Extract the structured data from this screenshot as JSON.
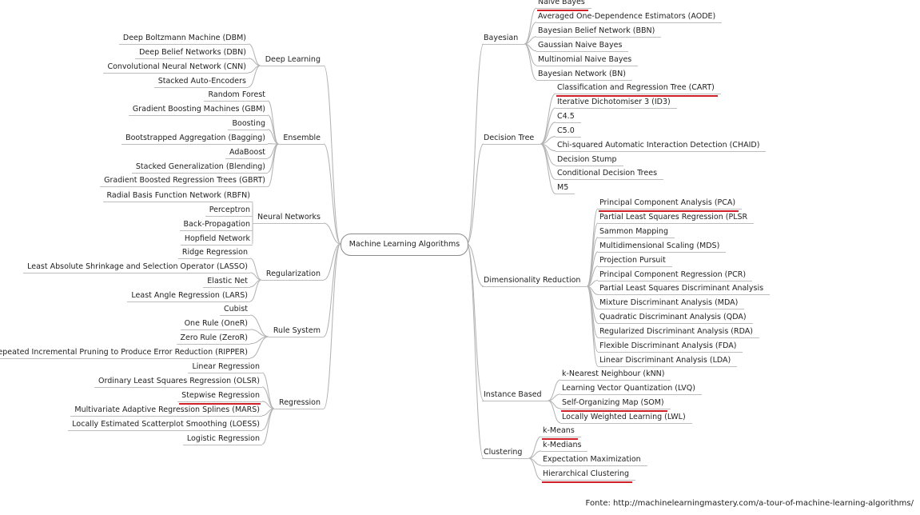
{
  "root": "Machine Learning Algorithms",
  "left_branches": [
    {
      "name": "Deep Learning",
      "items": [
        "Deep Boltzmann Machine (DBM)",
        "Deep Belief Networks (DBN)",
        "Convolutional Neural Network (CNN)",
        "Stacked Auto-Encoders"
      ],
      "highlighted": []
    },
    {
      "name": "Ensemble",
      "items": [
        "Random Forest",
        "Gradient Boosting Machines (GBM)",
        "Boosting",
        "Bootstrapped Aggregation (Bagging)",
        "AdaBoost",
        "Stacked Generalization (Blending)",
        "Gradient Boosted Regression Trees (GBRT)"
      ],
      "highlighted": []
    },
    {
      "name": "Neural Networks",
      "items": [
        "Radial Basis Function Network (RBFN)",
        "Perceptron",
        "Back-Propagation",
        "Hopfield Network"
      ],
      "highlighted": []
    },
    {
      "name": "Regularization",
      "items": [
        "Ridge Regression",
        "Least Absolute Shrinkage and Selection Operator (LASSO)",
        "Elastic Net",
        "Least Angle Regression (LARS)"
      ],
      "highlighted": []
    },
    {
      "name": "Rule System",
      "items": [
        "Cubist",
        "One Rule (OneR)",
        "Zero Rule (ZeroR)",
        "Repeated Incremental Pruning to Produce Error Reduction (RIPPER)"
      ],
      "highlighted": []
    },
    {
      "name": "Regression",
      "items": [
        "Linear Regression",
        "Ordinary Least Squares Regression (OLSR)",
        "Stepwise Regression",
        "Multivariate Adaptive Regression Splines (MARS)",
        "Locally Estimated Scatterplot Smoothing (LOESS)",
        "Logistic Regression"
      ],
      "highlighted": [
        "Stepwise Regression"
      ]
    }
  ],
  "right_branches": [
    {
      "name": "Bayesian",
      "items": [
        "Naive Bayes",
        "Averaged One-Dependence Estimators (AODE)",
        "Bayesian Belief Network (BBN)",
        "Gaussian Naive Bayes",
        "Multinomial Naive Bayes",
        "Bayesian Network (BN)"
      ],
      "highlighted": [
        "Naive Bayes"
      ]
    },
    {
      "name": "Decision Tree",
      "items": [
        "Classification and Regression Tree (CART)",
        "Iterative Dichotomiser 3 (ID3)",
        "C4.5",
        "C5.0",
        "Chi-squared Automatic Interaction Detection (CHAID)",
        "Decision Stump",
        "Conditional Decision Trees",
        "M5"
      ],
      "highlighted": [
        "Classification and Regression Tree (CART)"
      ]
    },
    {
      "name": "Dimensionality Reduction",
      "items": [
        "Principal Component Analysis (PCA)",
        "Partial Least Squares Regression (PLSR",
        "Sammon Mapping",
        "Multidimensional Scaling (MDS)",
        "Projection Pursuit",
        "Principal Component Regression (PCR)",
        "Partial Least Squares Discriminant Analysis",
        "Mixture Discriminant Analysis (MDA)",
        "Quadratic Discriminant Analysis (QDA)",
        "Regularized Discriminant Analysis (RDA)",
        "Flexible Discriminant Analysis (FDA)",
        "Linear Discriminant Analysis (LDA)"
      ],
      "highlighted": [
        "Principal Component Analysis (PCA)"
      ]
    },
    {
      "name": "Instance Based",
      "items": [
        "k-Nearest Neighbour (kNN)",
        "Learning Vector Quantization (LVQ)",
        "Self-Organizing Map (SOM)",
        "Locally Weighted Learning (LWL)"
      ],
      "highlighted": [
        "Self-Organizing Map (SOM)"
      ]
    },
    {
      "name": "Clustering",
      "items": [
        "k-Means",
        "k-Medians",
        "Expectation Maximization",
        "Hierarchical Clustering"
      ],
      "highlighted": [
        "k-Means",
        "Hierarchical Clustering"
      ]
    }
  ],
  "credit": "Fonte: http://machinelearningmastery.com/a-tour-of-machine-learning-algorithms/",
  "colors": {
    "line": "#b3b3b3",
    "highlight": "#d0202a",
    "text": "#222222"
  }
}
